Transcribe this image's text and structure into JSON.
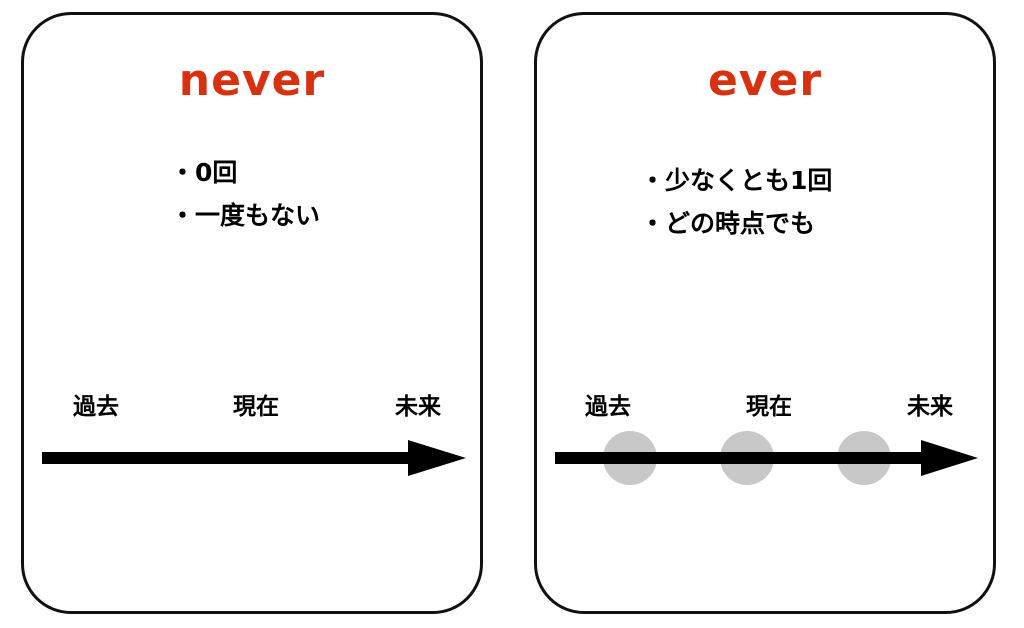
{
  "accent_color": "#d9300f",
  "panels": [
    {
      "title": "never",
      "bullets": [
        "0回",
        "一度もない"
      ],
      "timeline": {
        "labels": [
          "過去",
          "現在",
          "未来"
        ],
        "markers": false
      }
    },
    {
      "title": "ever",
      "bullets": [
        "少なくとも1回",
        "どの時点でも"
      ],
      "timeline": {
        "labels": [
          "過去",
          "現在",
          "未来"
        ],
        "markers": true,
        "marker_color": "#c8c8c8"
      }
    }
  ]
}
